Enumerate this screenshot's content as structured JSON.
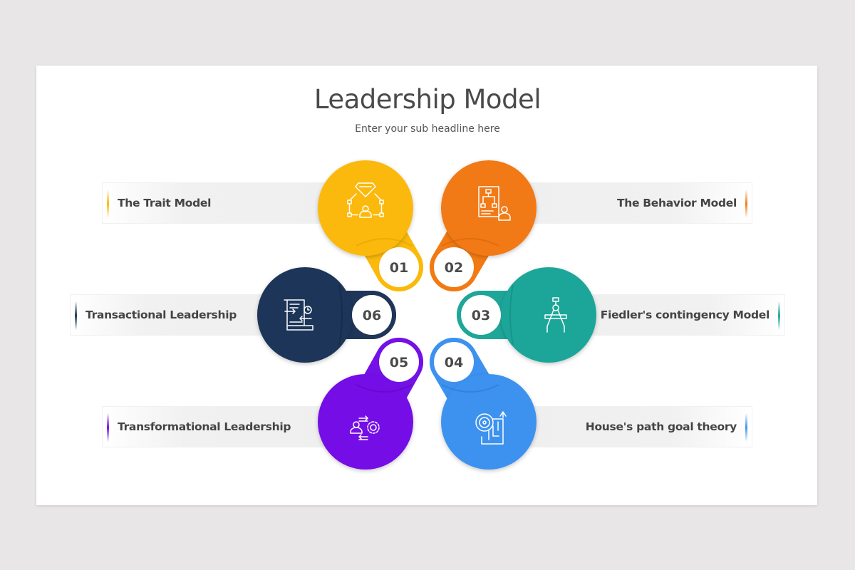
{
  "header": {
    "title": "Leadership Model",
    "subtitle": "Enter your sub headline here"
  },
  "items": [
    {
      "number": "01",
      "label": "The Trait Model",
      "color": "#fbb90b",
      "icon": "diamond-network-person-icon",
      "side": "left"
    },
    {
      "number": "02",
      "label": "The Behavior Model",
      "color": "#f27a13",
      "icon": "org-chart-document-person-icon",
      "side": "right"
    },
    {
      "number": "03",
      "label": "Fiedler's contingency Model",
      "color": "#1ea699",
      "icon": "compass-drafting-icon",
      "side": "right"
    },
    {
      "number": "04",
      "label": "House's path goal theory",
      "color": "#3d92ef",
      "icon": "target-maze-icon",
      "side": "right"
    },
    {
      "number": "05",
      "label": "Transformational Leadership",
      "color": "#7411e6",
      "icon": "person-gear-exchange-icon",
      "side": "left"
    },
    {
      "number": "06",
      "label": "Transactional Leadership",
      "color": "#1f3659",
      "icon": "scroll-transaction-clock-icon",
      "side": "left"
    }
  ]
}
